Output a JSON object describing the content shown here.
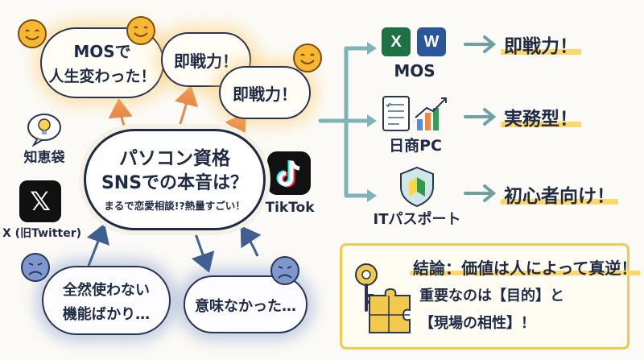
{
  "left": {
    "chiebukuro": "知恵袋",
    "x_label": "X (旧Twitter)",
    "x_logo": "𝕏",
    "tiktok": "TikTok"
  },
  "positive_clouds": {
    "mos_line1": "MOSで",
    "mos_line2": "人生変わった！",
    "sokusen_1": "即戦力！",
    "sokusen_2": "即戦力！"
  },
  "center": {
    "title_line1": "パソコン資格",
    "title_line2": "SNSでの本音は？",
    "subtitle": "まるで恋愛相談!?熱量すごい！"
  },
  "negative_clouds": {
    "neg1_line1": "全然使わない",
    "neg1_line2": "機能ばかり…",
    "neg2": "意味なかった…"
  },
  "right": {
    "mos_label": "MOS",
    "nissho_label": "日商PC",
    "it_label": "ITパスポート",
    "result_mos": "即戦力！",
    "result_nissho": "実務型！",
    "result_it": "初心者向け！",
    "excel_letter": "X",
    "word_letter": "W"
  },
  "conclusion": {
    "heading": "結論：価値は人によって真逆！",
    "line1": "重要なのは【目的】と",
    "line2": "【現場の相性】！"
  },
  "icons": {
    "smile": "smile-face-icon",
    "sad": "sad-face-icon",
    "bulb": "lightbulb-icon",
    "key": "key-icon",
    "puzzle": "puzzle-icon",
    "shield": "beginner-shield-icon",
    "doc_chart": "document-chart-icon"
  },
  "colors": {
    "ink": "#1f2a44",
    "highlight": "#ffd76a",
    "arrow_orange": "#e9884a",
    "arrow_blue": "#3f5f92",
    "branch_teal": "#7fb3b8",
    "conclusion_border": "#f2c94c"
  }
}
